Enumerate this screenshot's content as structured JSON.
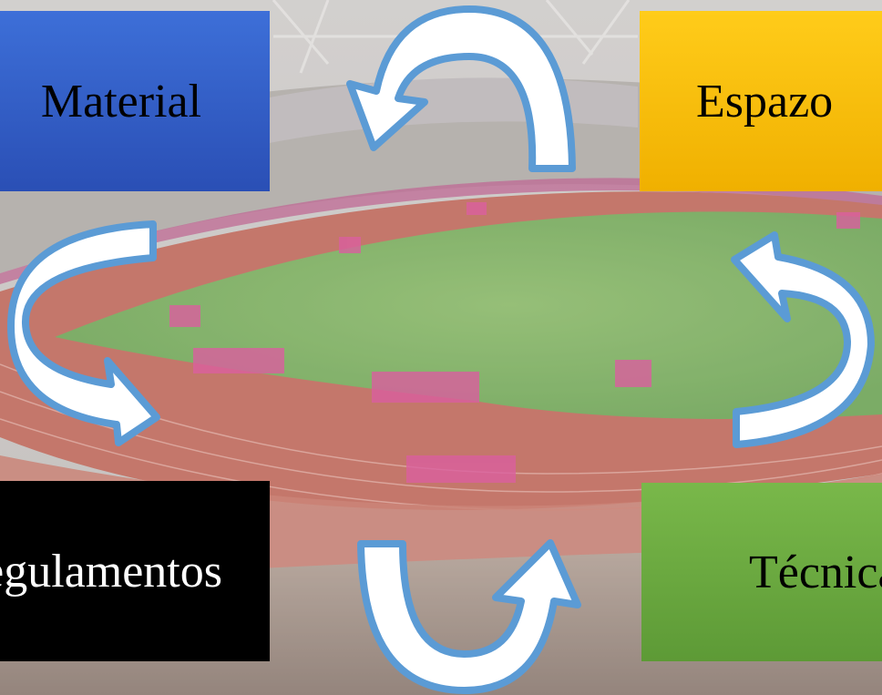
{
  "boxes": {
    "material": "Material",
    "espazo": "Espazo",
    "regulamentos": "Regulamentos",
    "tecnica": "Técnica"
  },
  "colors": {
    "material": "#2f5ec4",
    "espazo": "#ffc000",
    "regulamentos": "#000000",
    "tecnica": "#70ad47",
    "arrow_fill": "#ffffff",
    "arrow_stroke": "#5b9bd5"
  }
}
